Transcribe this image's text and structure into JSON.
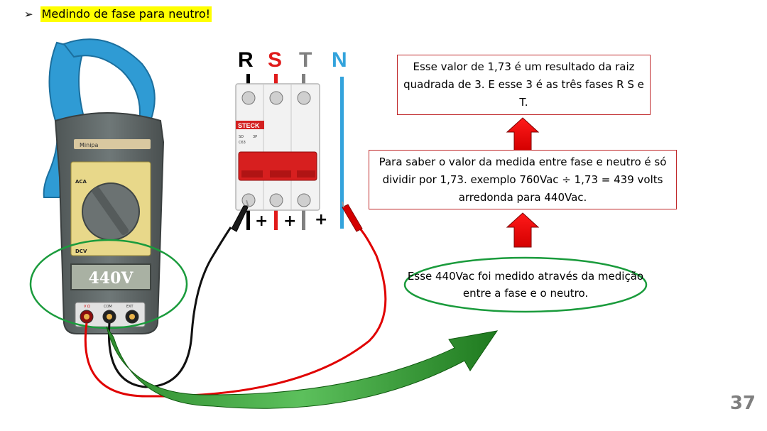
{
  "title": {
    "bullet": "➢",
    "text": "Medindo de fase para neutro!"
  },
  "phases": {
    "r": {
      "label": "R",
      "color": "#000000"
    },
    "s": {
      "label": "S",
      "color": "#e01a1a"
    },
    "t": {
      "label": "T",
      "color": "#808080"
    },
    "n": {
      "label": "N",
      "color": "#33a3dc"
    }
  },
  "breaker": {
    "brand": "STECK",
    "model": "SD",
    "poles": "3P",
    "rating": "C63"
  },
  "plus_signs": [
    "+",
    "+",
    "+"
  ],
  "meter": {
    "brand": "Minipa",
    "reading": "440V",
    "acv_label": "ACA",
    "dcv_label": "DCV",
    "jacks": [
      "V Ω",
      "COM",
      "EXT"
    ]
  },
  "boxes": {
    "box1_text": "Esse valor de 1,73 é um resultado da raiz quadrada de 3.  E esse 3 é as três fases R S e T.",
    "box2_text": "Para saber o valor da medida entre fase e neutro é só dividir por 1,73. exemplo 760Vac ÷ 1,73 = 439 volts arredonda para 440Vac.",
    "oval_text": "Esse 440Vac foi medido através da medição entre a fase e o neutro."
  },
  "colors": {
    "highlight": "#ffff00",
    "box_border": "#c0292b",
    "arrow_red": "#ff0000",
    "oval_green": "#1a9b3c",
    "page_number": "#7f7f7f"
  },
  "page_number": "37"
}
